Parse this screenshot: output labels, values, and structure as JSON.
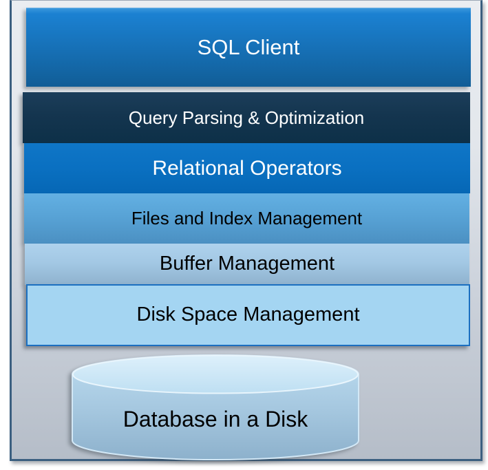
{
  "diagram": {
    "kind": "dbms-architecture-stack",
    "stack": {
      "layers": [
        {
          "id": "sql-client",
          "label": "SQL Client",
          "text_color": "#ffffff",
          "fill_top": "#1b81d2",
          "fill_bottom": "#115d96"
        },
        {
          "id": "query-parsing",
          "label": "Query Parsing & Optimization",
          "text_color": "#ffffff",
          "fill_top": "#1c3e5a",
          "fill_bottom": "#0d3048"
        },
        {
          "id": "relational-operators",
          "label": "Relational Operators",
          "text_color": "#ffffff",
          "fill_top": "#0f76c7",
          "fill_bottom": "#0667b5"
        },
        {
          "id": "files-index",
          "label": "Files and Index Management",
          "text_color": "#000000",
          "fill_top": "#63b0e3",
          "fill_bottom": "#4b90c2"
        },
        {
          "id": "buffer-management",
          "label": "Buffer Management",
          "text_color": "#000000",
          "fill_top": "#aed2ed",
          "fill_bottom": "#8fb2ce"
        },
        {
          "id": "disk-space-management",
          "label": "Disk Space Management",
          "text_color": "#000000",
          "fill": "#a4d5f2",
          "border_color": "#1b6fc0"
        }
      ],
      "database": {
        "id": "database-disk",
        "label": "Database in a Disk",
        "shape": "cylinder",
        "fill_top": "#d9eefb",
        "fill_bottom": "#8db1cc"
      }
    },
    "frame": {
      "border_color": "#3b5f80",
      "background_top": "#eaedf1",
      "background_bottom": "#b5bdc8"
    }
  }
}
